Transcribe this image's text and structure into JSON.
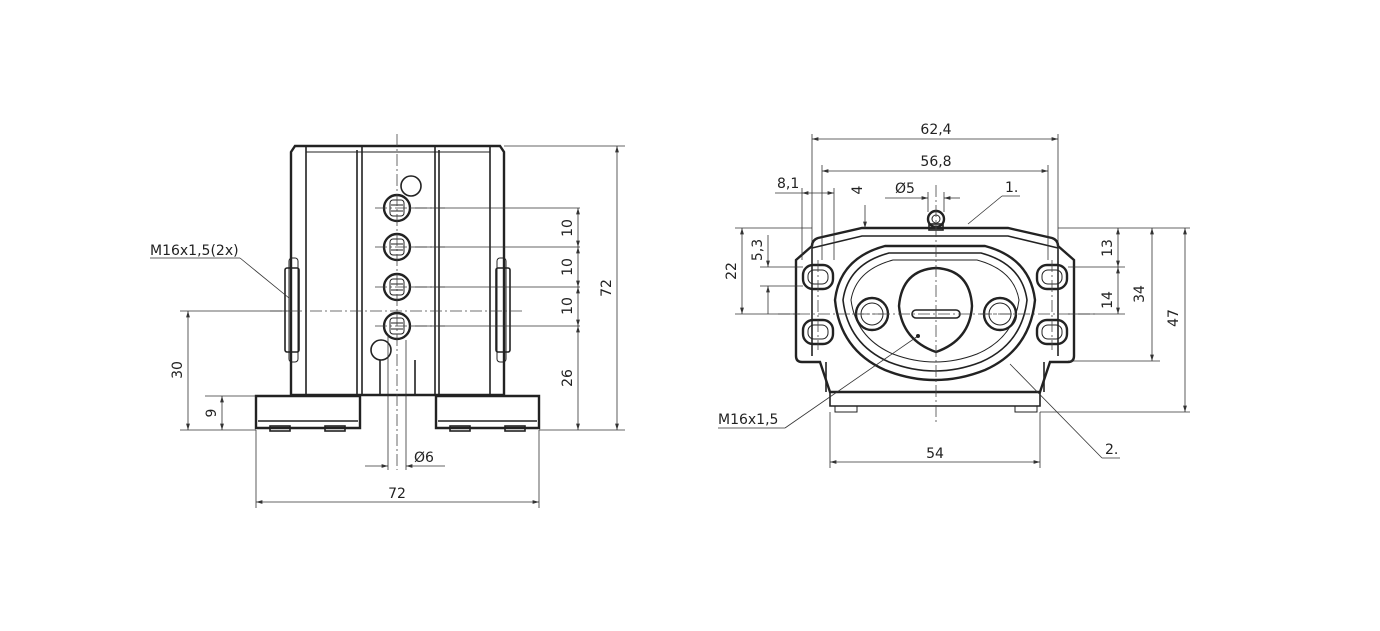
{
  "colors": {
    "line": "#222222",
    "background": "#ffffff"
  },
  "front_view": {
    "thread_label": "M16x1,5(2x)",
    "pitch_1": "10",
    "pitch_2": "10",
    "pitch_3": "10",
    "offset_bottom": "26",
    "total_height": "72",
    "center_height": "30",
    "base_height": "9",
    "hole_diameter": "Ø6",
    "total_width": "72"
  },
  "side_view": {
    "width_outer": "62,4",
    "width_inner": "56,8",
    "offset_81": "8,1",
    "offset_4": "4",
    "pin_diameter": "Ø5",
    "callout_1": "1.",
    "height_22": "22",
    "height_53": "5,3",
    "height_13": "13",
    "height_14": "14",
    "height_34": "34",
    "height_47": "47",
    "thread_label": "M16x1,5",
    "base_width": "54",
    "callout_2": "2."
  }
}
